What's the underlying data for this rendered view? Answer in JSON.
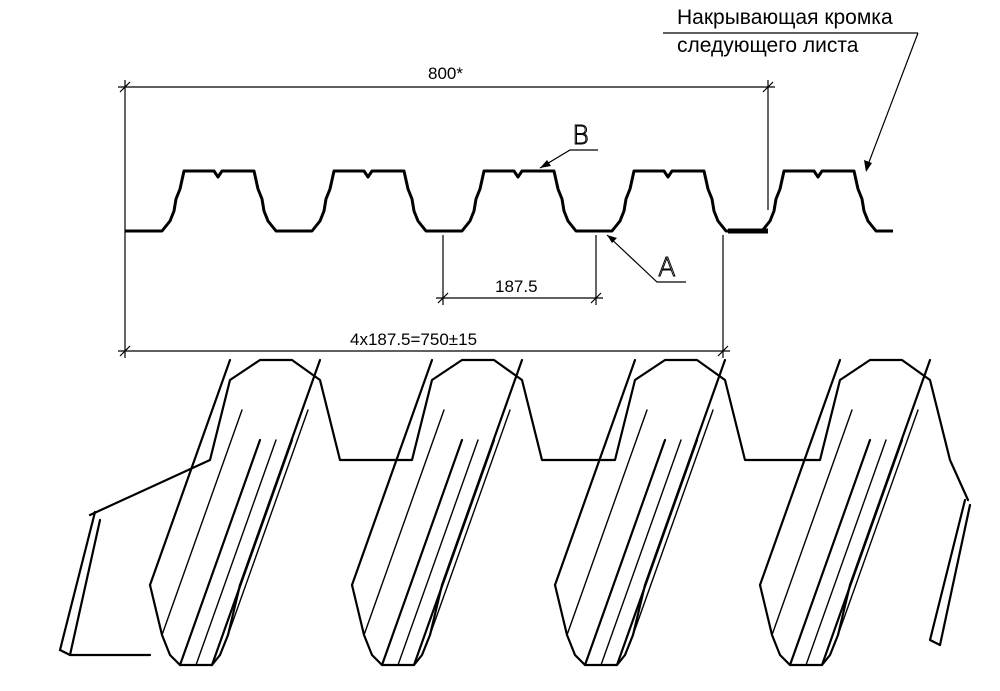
{
  "drawing": {
    "overall_width_label": "800*",
    "pitch_label": "187.5",
    "bottom_label": "4x187.5=750±15",
    "note": {
      "line1": "Накрывающая кромка",
      "line2": "следующего листа"
    },
    "marker_b": "B",
    "marker_a": "A"
  }
}
